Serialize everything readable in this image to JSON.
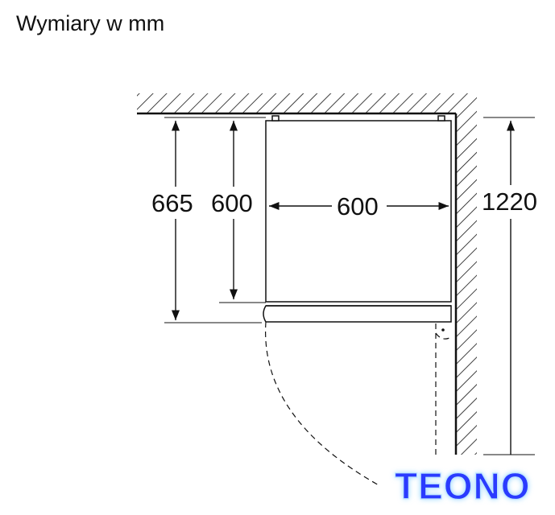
{
  "title": "Wymiary w mm",
  "dimensions": {
    "depth_total": "665",
    "depth_body": "600",
    "width": "600",
    "clearance": "1220"
  },
  "watermark": "TEONO",
  "colors": {
    "line": "#111111",
    "watermark_fill": "#2a3bff",
    "watermark_glow": "#8fd3ff"
  }
}
